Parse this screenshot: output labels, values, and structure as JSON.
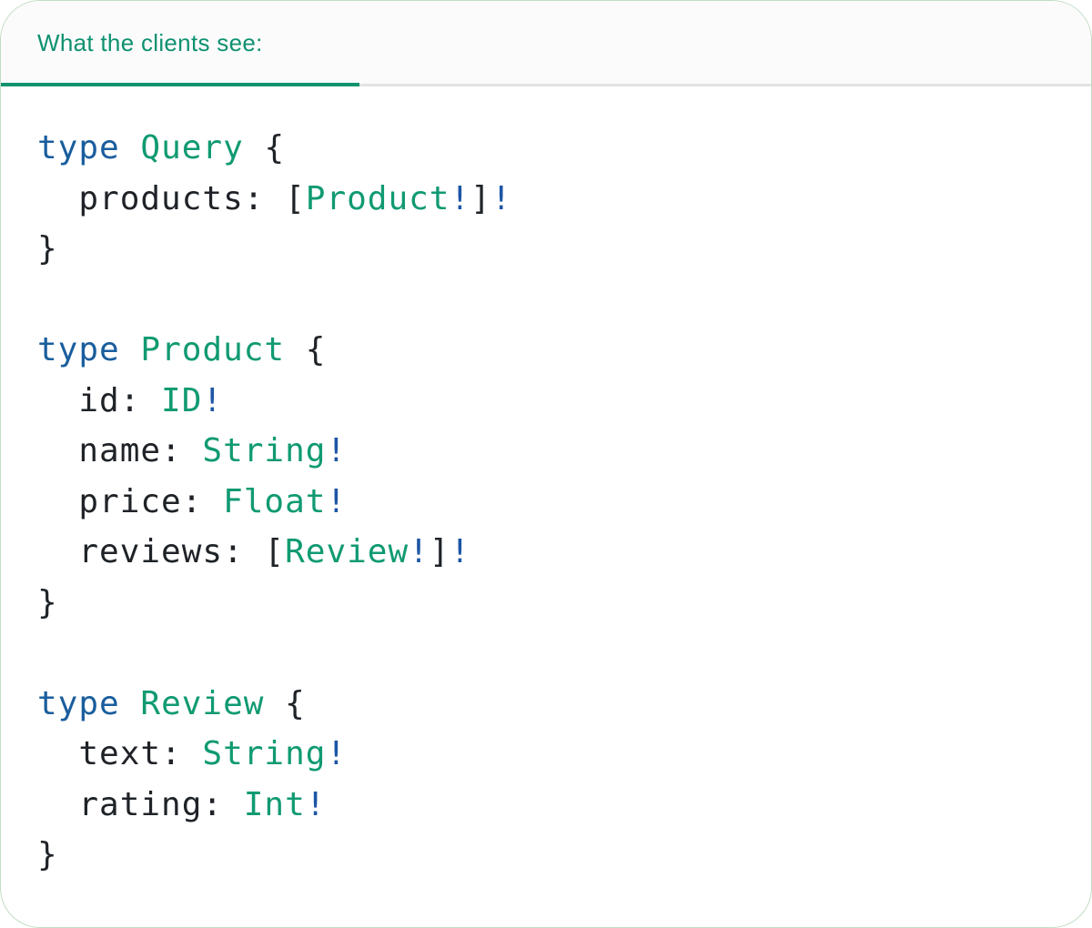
{
  "tab": {
    "label": "What the clients see:"
  },
  "colors": {
    "tab_text": "#0e9170",
    "active_indicator": "#10936e",
    "divider": "#e3e3e3",
    "card_border": "#c2ddc6",
    "tabstrip_bg": "#fbfbfb",
    "body_bg": "#ffffff",
    "code_plain": "#1f2328",
    "code_keyword": "#1a5e9d",
    "code_type": "#109a72",
    "code_bang": "#1c55a5"
  },
  "code": {
    "language": "graphql-sdl",
    "text": "type Query {\n  products: [Product!]!\n}\n\ntype Product {\n  id: ID!\n  name: String!\n  price: Float!\n  reviews: [Review!]!\n}\n\ntype Review {\n  text: String!\n  rating: Int!\n}",
    "lines": [
      [
        {
          "t": "keyword",
          "v": "type"
        },
        {
          "t": "plain",
          "v": " "
        },
        {
          "t": "type",
          "v": "Query"
        },
        {
          "t": "plain",
          "v": " {"
        }
      ],
      [
        {
          "t": "plain",
          "v": "  products: ["
        },
        {
          "t": "type",
          "v": "Product"
        },
        {
          "t": "bang",
          "v": "!"
        },
        {
          "t": "plain",
          "v": "]"
        },
        {
          "t": "bang",
          "v": "!"
        }
      ],
      [
        {
          "t": "plain",
          "v": "}"
        }
      ],
      [],
      [
        {
          "t": "keyword",
          "v": "type"
        },
        {
          "t": "plain",
          "v": " "
        },
        {
          "t": "type",
          "v": "Product"
        },
        {
          "t": "plain",
          "v": " {"
        }
      ],
      [
        {
          "t": "plain",
          "v": "  id: "
        },
        {
          "t": "type",
          "v": "ID"
        },
        {
          "t": "bang",
          "v": "!"
        }
      ],
      [
        {
          "t": "plain",
          "v": "  name: "
        },
        {
          "t": "type",
          "v": "String"
        },
        {
          "t": "bang",
          "v": "!"
        }
      ],
      [
        {
          "t": "plain",
          "v": "  price: "
        },
        {
          "t": "type",
          "v": "Float"
        },
        {
          "t": "bang",
          "v": "!"
        }
      ],
      [
        {
          "t": "plain",
          "v": "  reviews: ["
        },
        {
          "t": "type",
          "v": "Review"
        },
        {
          "t": "bang",
          "v": "!"
        },
        {
          "t": "plain",
          "v": "]"
        },
        {
          "t": "bang",
          "v": "!"
        }
      ],
      [
        {
          "t": "plain",
          "v": "}"
        }
      ],
      [],
      [
        {
          "t": "keyword",
          "v": "type"
        },
        {
          "t": "plain",
          "v": " "
        },
        {
          "t": "type",
          "v": "Review"
        },
        {
          "t": "plain",
          "v": " {"
        }
      ],
      [
        {
          "t": "plain",
          "v": "  text: "
        },
        {
          "t": "type",
          "v": "String"
        },
        {
          "t": "bang",
          "v": "!"
        }
      ],
      [
        {
          "t": "plain",
          "v": "  rating: "
        },
        {
          "t": "type",
          "v": "Int"
        },
        {
          "t": "bang",
          "v": "!"
        }
      ],
      [
        {
          "t": "plain",
          "v": "}"
        }
      ]
    ]
  }
}
